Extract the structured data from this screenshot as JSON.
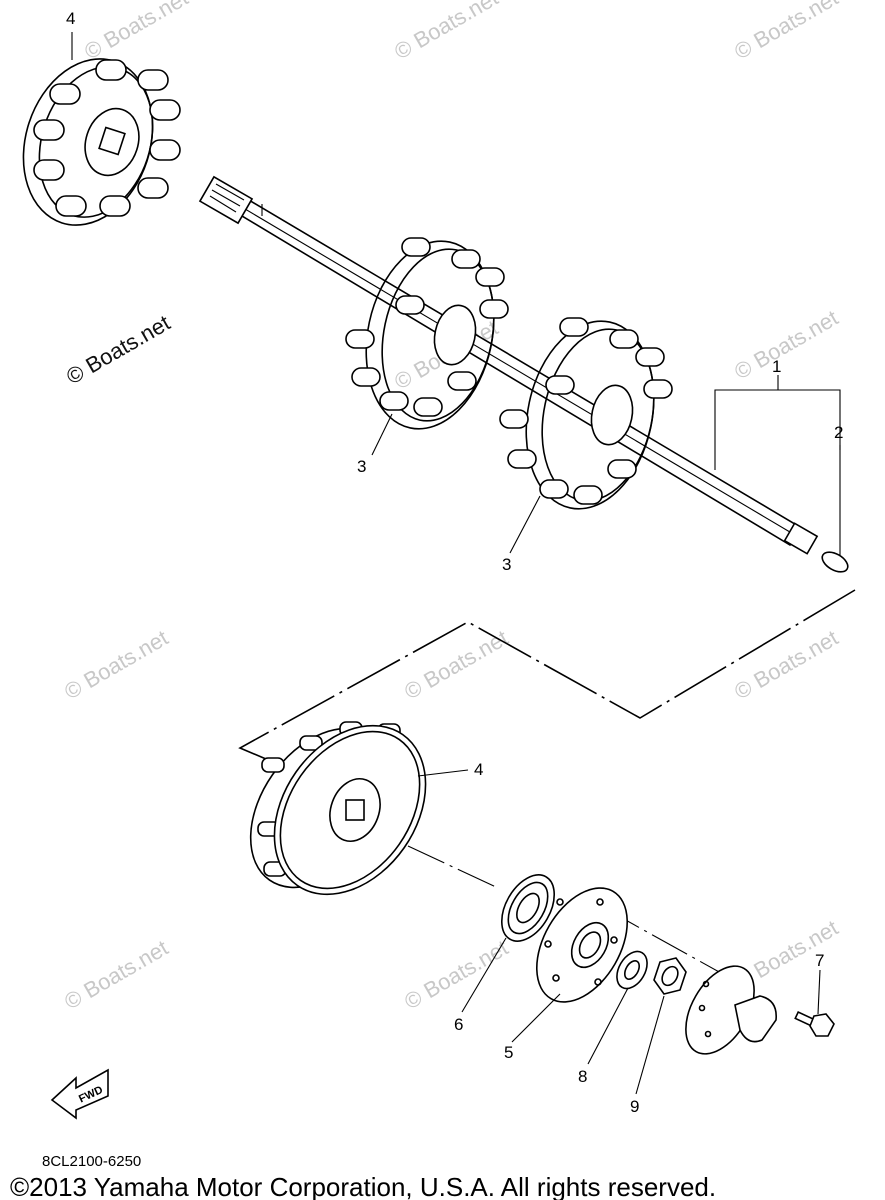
{
  "watermark": "© Boats.net",
  "callouts": {
    "c1": "1",
    "c2": "2",
    "c3a": "3",
    "c3b": "3",
    "c4a": "4",
    "c4b": "4",
    "c5": "5",
    "c6": "6",
    "c7": "7",
    "c8": "8",
    "c9": "9"
  },
  "fwd_label": "FWD",
  "diagram_code": "8CL2100-6250",
  "copyright": "©2013 Yamaha Motor Corporation, U.S.A. All rights reserved."
}
